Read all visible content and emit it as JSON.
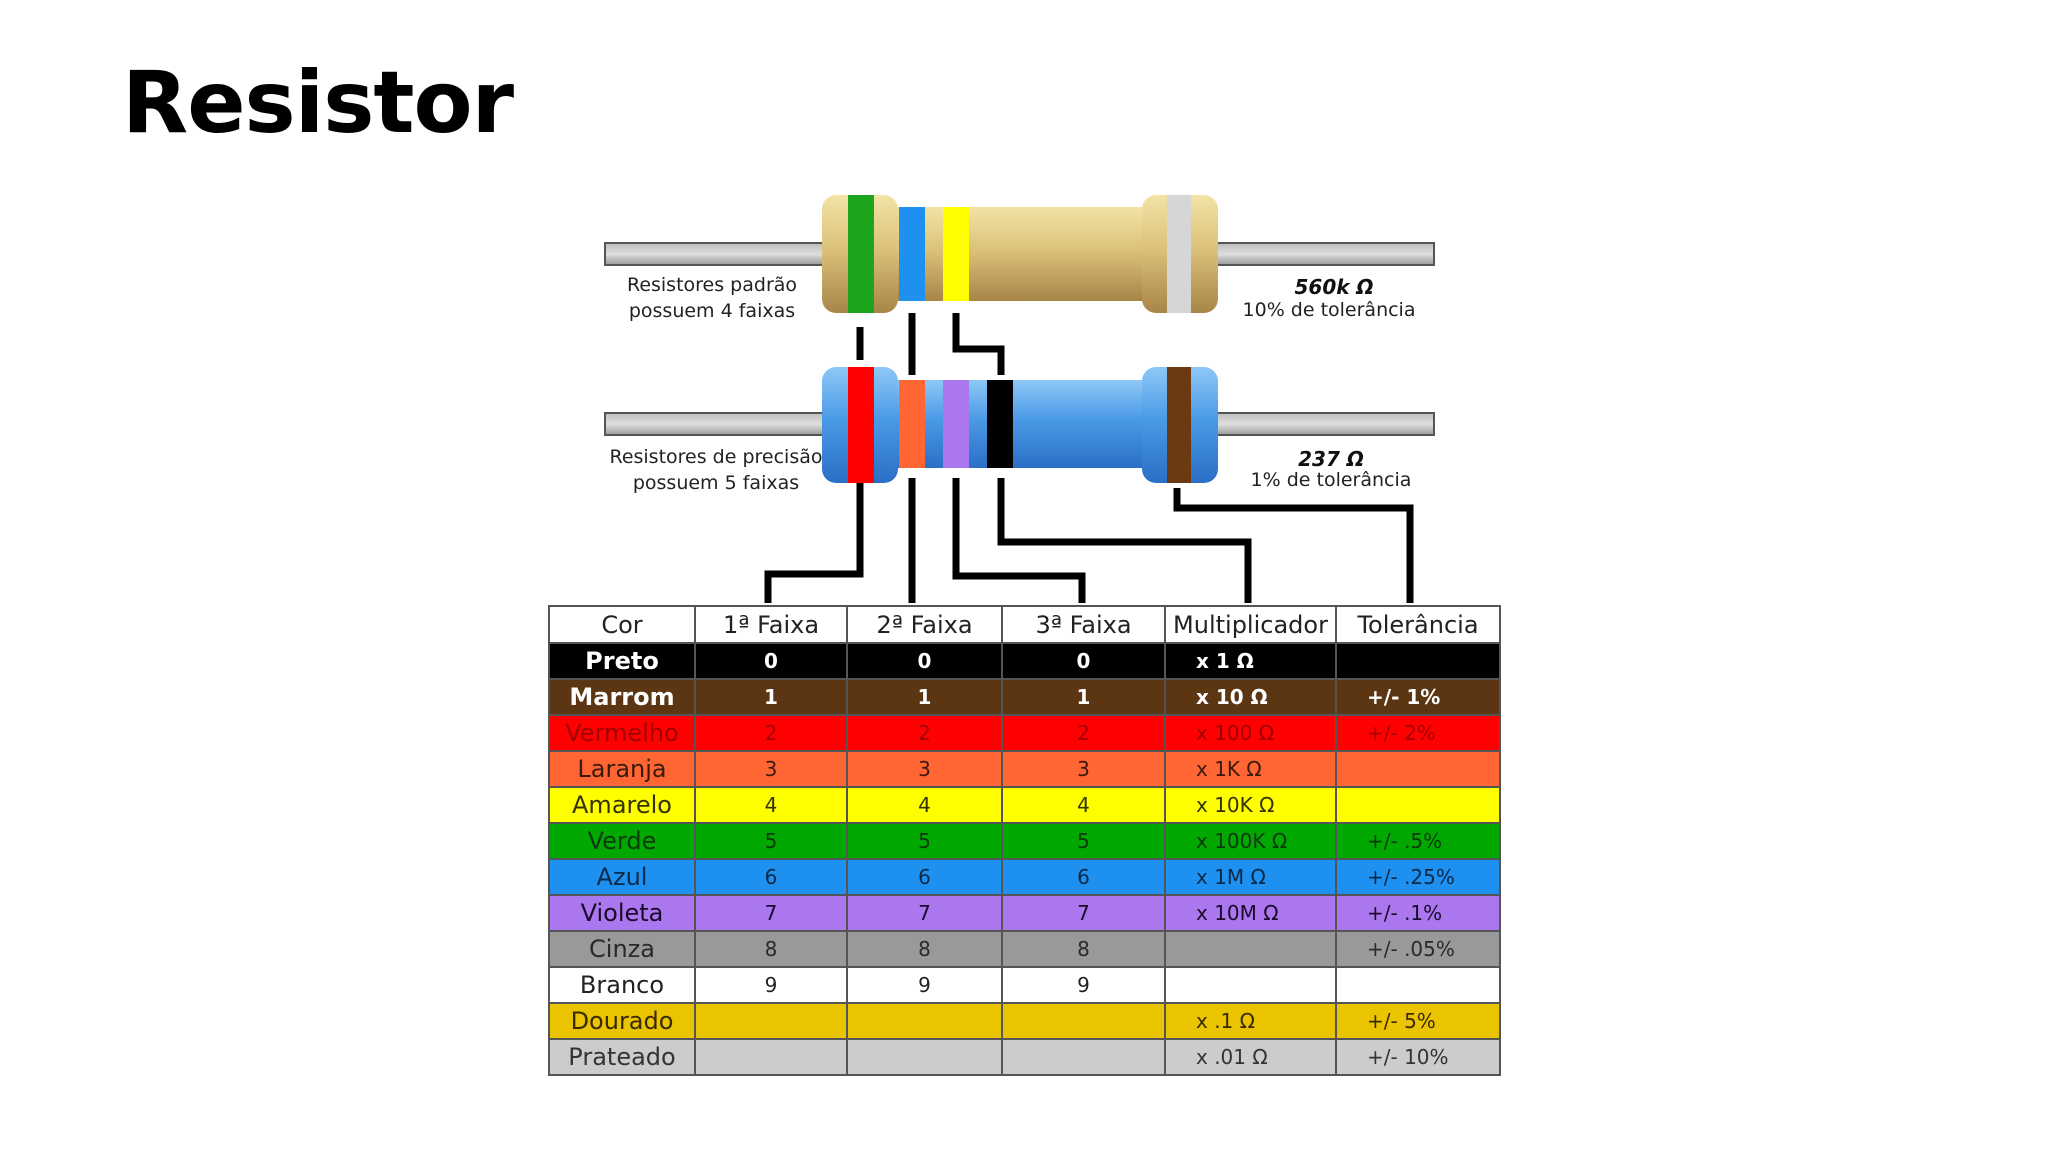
{
  "title": "Resistor",
  "resistors": {
    "four_band": {
      "caption_line1": "Resistores padrão",
      "caption_line2": "possuem 4 faixas",
      "value": "560k Ω",
      "tolerance": "10% de tolerância",
      "bands": [
        "Verde",
        "Azul",
        "Amarelo",
        "Prateado"
      ]
    },
    "five_band": {
      "caption_line1": "Resistores de precisão",
      "caption_line2": "possuem 5 faixas",
      "value": "237 Ω",
      "tolerance": "1% de tolerância",
      "bands": [
        "Vermelho",
        "Laranja",
        "Violeta",
        "Preto",
        "Marrom"
      ]
    }
  },
  "table": {
    "headers": [
      "Cor",
      "1ª Faixa",
      "2ª Faixa",
      "3ª Faixa",
      "Multiplicador",
      "Tolerância"
    ],
    "rows": [
      {
        "cor": "Preto",
        "f1": "0",
        "f2": "0",
        "f3": "0",
        "mult": "x 1 Ω",
        "tol": "",
        "bg": "#000000",
        "fg": "#ffffff"
      },
      {
        "cor": "Marrom",
        "f1": "1",
        "f2": "1",
        "f3": "1",
        "mult": "x 10 Ω",
        "tol": "+/-  1%",
        "bg": "#5c3612",
        "fg": "#ffffff"
      },
      {
        "cor": "Vermelho",
        "f1": "2",
        "f2": "2",
        "f3": "2",
        "mult": "x 100 Ω",
        "tol": "+/-  2%",
        "bg": "#ff0000",
        "fg": "#a00000"
      },
      {
        "cor": "Laranja",
        "f1": "3",
        "f2": "3",
        "f3": "3",
        "mult": "x 1K Ω",
        "tol": "",
        "bg": "#ff6633",
        "fg": "#3a1a0a"
      },
      {
        "cor": "Amarelo",
        "f1": "4",
        "f2": "4",
        "f3": "4",
        "mult": "x 10K Ω",
        "tol": "",
        "bg": "#ffff00",
        "fg": "#333300"
      },
      {
        "cor": "Verde",
        "f1": "5",
        "f2": "5",
        "f3": "5",
        "mult": "x 100K Ω",
        "tol": "+/-  .5%",
        "bg": "#00a800",
        "fg": "#0a3a0a"
      },
      {
        "cor": "Azul",
        "f1": "6",
        "f2": "6",
        "f3": "6",
        "mult": "x 1M Ω",
        "tol": "+/-  .25%",
        "bg": "#1e90f0",
        "fg": "#0a2a4a"
      },
      {
        "cor": "Violeta",
        "f1": "7",
        "f2": "7",
        "f3": "7",
        "mult": "x 10M Ω",
        "tol": "+/-  .1%",
        "bg": "#aa77ee",
        "fg": "#1a0a2a"
      },
      {
        "cor": "Cinza",
        "f1": "8",
        "f2": "8",
        "f3": "8",
        "mult": "",
        "tol": "+/-  .05%",
        "bg": "#999999",
        "fg": "#2a2a2a"
      },
      {
        "cor": "Branco",
        "f1": "9",
        "f2": "9",
        "f3": "9",
        "mult": "",
        "tol": "",
        "bg": "#ffffff",
        "fg": "#222222"
      },
      {
        "cor": "Dourado",
        "f1": "",
        "f2": "",
        "f3": "",
        "mult": "x .1 Ω",
        "tol": "+/-  5%",
        "bg": "#eac400",
        "fg": "#3a2a00"
      },
      {
        "cor": "Prateado",
        "f1": "",
        "f2": "",
        "f3": "",
        "mult": "x .01 Ω",
        "tol": "+/-  10%",
        "bg": "#cccccc",
        "fg": "#333333"
      }
    ]
  }
}
